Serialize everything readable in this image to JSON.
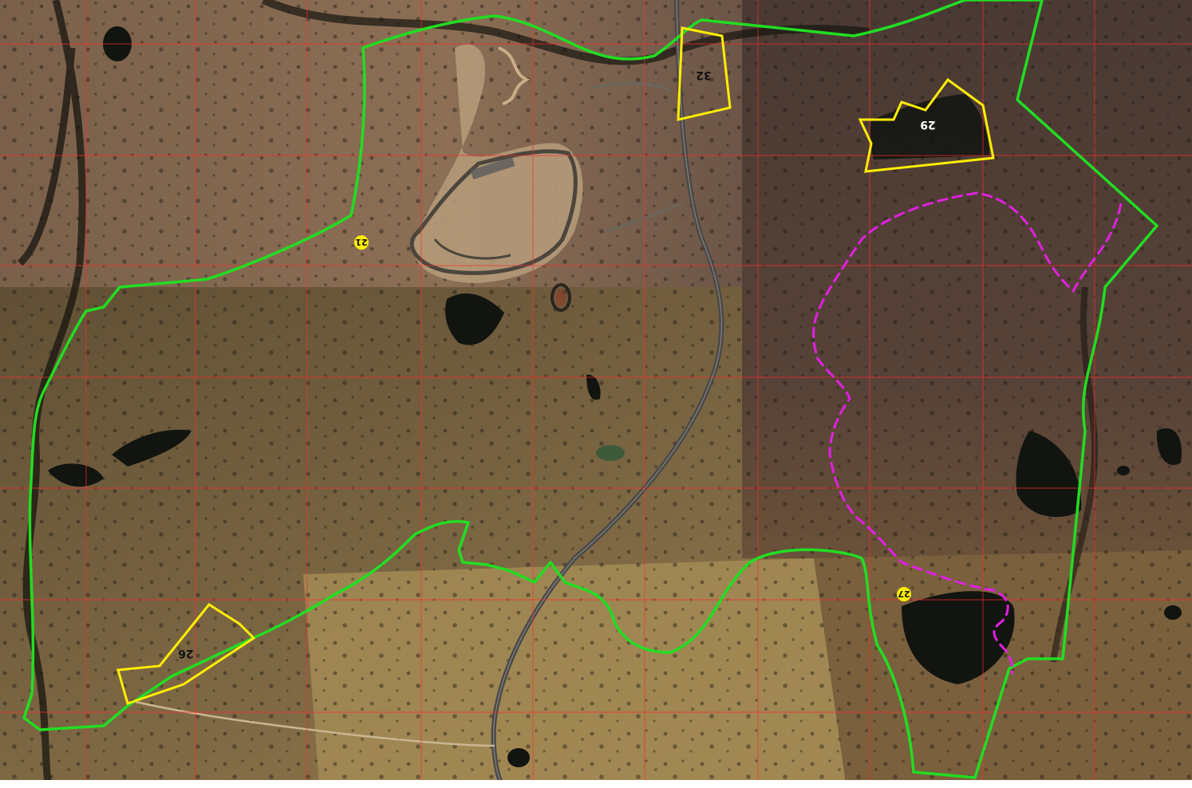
{
  "map": {
    "colors": {
      "boundary": "#22dd22",
      "sites": "#ffee00",
      "pink_boundary": "#e020e0",
      "grid": "#ff2a2a",
      "water": "#121410",
      "track": "#b89e7e"
    },
    "site_labels": [
      {
        "id": "32",
        "text": "32"
      },
      {
        "id": "29",
        "text": "29"
      },
      {
        "id": "26",
        "text": "26"
      }
    ],
    "point_markers": [
      {
        "id": "21",
        "text": "21"
      },
      {
        "id": "27",
        "text": "27"
      }
    ]
  }
}
